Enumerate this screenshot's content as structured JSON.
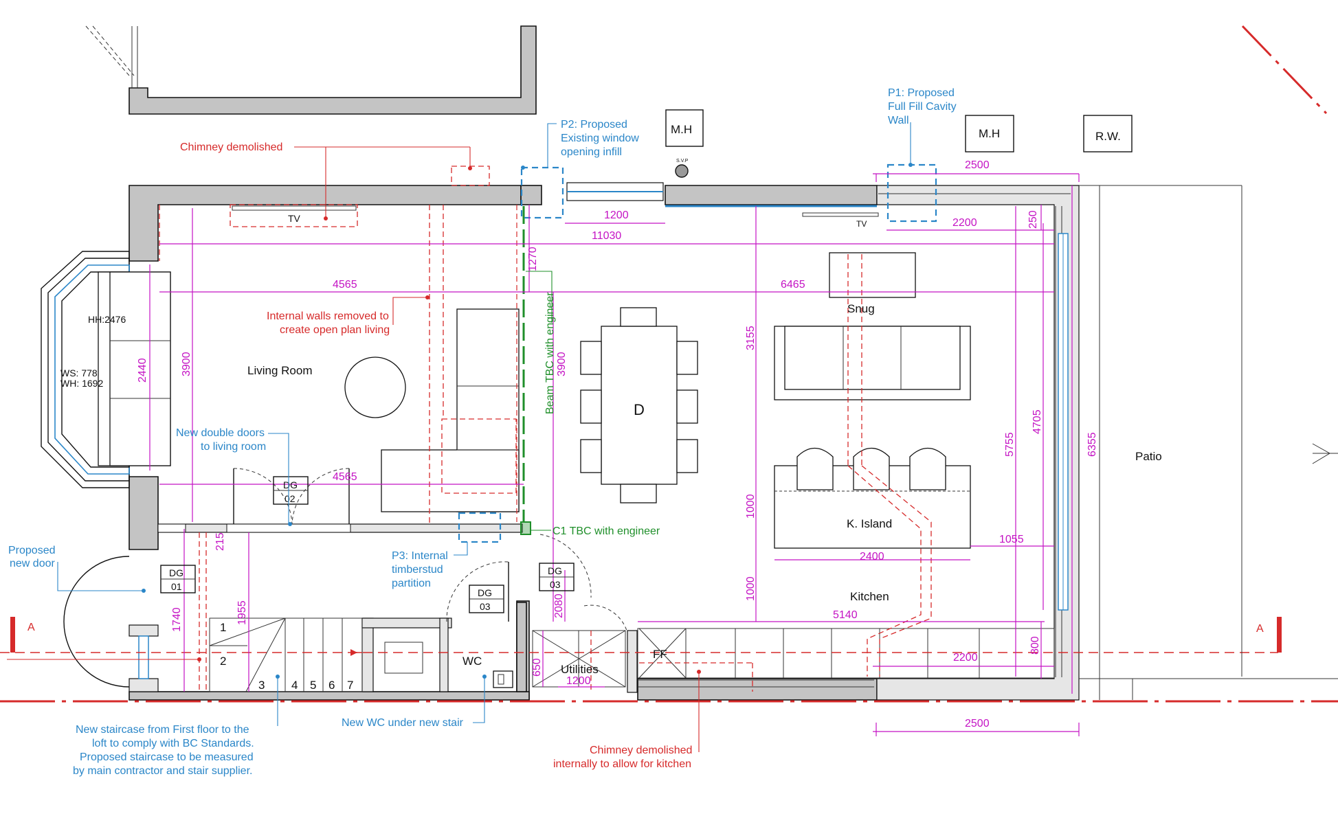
{
  "rooms": {
    "living_room": "Living Room",
    "dining": "D",
    "snug": "Snug",
    "kitchen": "Kitchen",
    "k_island": "K. Island",
    "patio": "Patio",
    "wc": "WC",
    "utilities": "Utilities",
    "ff": "FF"
  },
  "boxes": {
    "mh1": "M.H",
    "mh2": "M.H",
    "rw": "R.W.",
    "svp": "S.V.P",
    "tv1": "TV",
    "tv2": "TV",
    "dg02_a": "DG",
    "dg02_b": "02",
    "dg01_a": "DG",
    "dg01_b": "01",
    "dg03a_a": "DG",
    "dg03a_b": "03",
    "dg03b_a": "DG",
    "dg03b_b": "03"
  },
  "window_info": {
    "hh": "HH:2476",
    "ws": "WS: 778",
    "wh": "WH: 1692"
  },
  "section": {
    "left": "A",
    "right": "A"
  },
  "stairs": [
    "1",
    "2",
    "3",
    "4",
    "5",
    "6",
    "7"
  ],
  "notes_red": {
    "chimney_top": "Chimney demolished",
    "walls_removed_1": "Internal walls removed to",
    "walls_removed_2": "create open plan living",
    "chimney_bottom_1": "Chimney demolished",
    "chimney_bottom_2": "internally to allow for kitchen"
  },
  "notes_blue": {
    "p2_1": "P2: Proposed",
    "p2_2": "Existing window",
    "p2_3": "opening infill",
    "p1_1": "P1: Proposed",
    "p1_2": "Full Fill Cavity",
    "p1_3": "Wall",
    "double_doors_1": "New double doors",
    "double_doors_2": "to living room",
    "new_door_1": "Proposed",
    "new_door_2": "new door",
    "p3_1": "P3: Internal",
    "p3_2": "timberstud",
    "p3_3": "partition",
    "wc_note": "New WC under new stair",
    "stair_1": "New staircase  from First floor to the",
    "stair_2": "loft to comply with BC Standards.",
    "stair_3": "Proposed staircase to be measured",
    "stair_4": "by main contractor and stair supplier."
  },
  "notes_green": {
    "beam": "Beam TBC with engineer",
    "column": "C1 TBC with engineer"
  },
  "dims": {
    "d1200_top": "1200",
    "d11030": "11030",
    "d2500_top": "2500",
    "d2200_top": "2200",
    "d250": "250",
    "d1270": "1270",
    "d4565_top": "4565",
    "d6465": "6465",
    "d3155": "3155",
    "d3900_l": "3900",
    "d2440": "2440",
    "d3900_c": "3900",
    "d4565_mid": "4565",
    "d5755": "5755",
    "d4705": "4705",
    "d6355": "6355",
    "d1000_a": "1000",
    "d1000_b": "1000",
    "d2400": "2400",
    "d1055": "1055",
    "d5140": "5140",
    "d2200_bot": "2200",
    "d800": "800",
    "d2500_bot": "2500",
    "d215": "215",
    "d1955": "1955",
    "d1740": "1740",
    "d2080": "2080",
    "d650": "650",
    "d1200_bot": "1200"
  },
  "colors": {
    "red": "#d62a2a",
    "blue": "#2a86c8",
    "green": "#1f8f2a",
    "magenta": "#c413c4",
    "wall_fill": "#c4c4c4"
  }
}
